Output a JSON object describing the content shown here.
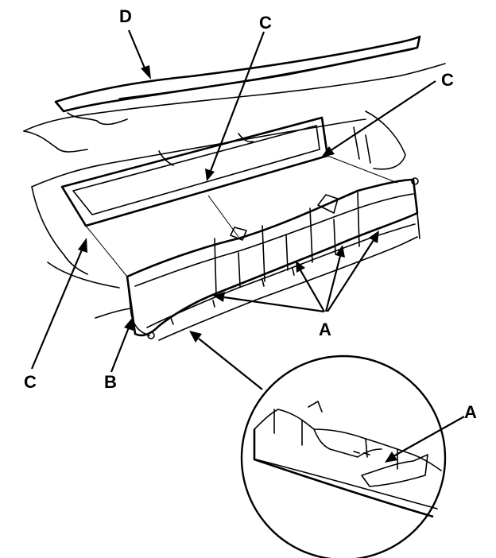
{
  "labels": {
    "d": "D",
    "c_top": "C",
    "c_right": "C",
    "c_left": "C",
    "b": "B",
    "a_main": "A",
    "a_detail": "A"
  }
}
